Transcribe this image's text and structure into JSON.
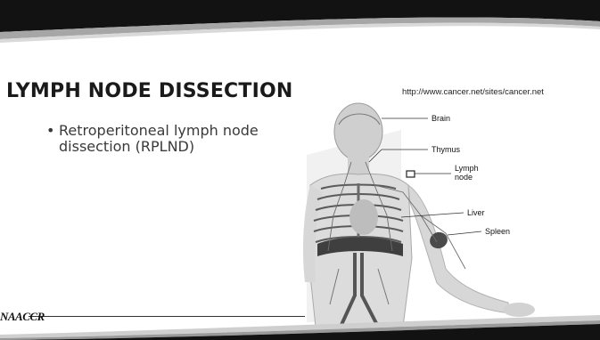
{
  "slide": {
    "title": "LYMPH NODE DISSECTION",
    "source_url": "http://www.cancer.net/sites/cancer.net",
    "bullets": [
      {
        "bullet_char": "•",
        "text": "Retroperitoneal lymph node dissection (RPLND)"
      }
    ]
  },
  "figure": {
    "labels": {
      "brain": "Brain",
      "thymus": "Thymus",
      "lymph_node_line1": "Lymph",
      "lymph_node_line2": "node",
      "liver": "Liver",
      "spleen": "Spleen"
    }
  },
  "footer": {
    "logo_text": "NAACCR"
  },
  "colors": {
    "band_dark": "#111111",
    "band_gray": "#9a9a9a",
    "text": "#3a3a3a",
    "title": "#1a1a1a"
  }
}
